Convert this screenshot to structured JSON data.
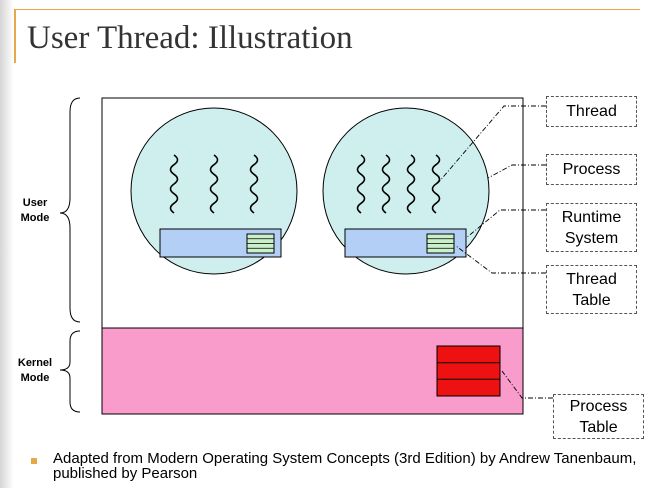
{
  "title": "User Thread: Illustration",
  "modes": {
    "user": "User\nMode",
    "kernel": "Kernel\nMode"
  },
  "callouts": {
    "thread": "Thread",
    "process": "Process",
    "runtime_system": "Runtime\nSystem",
    "thread_table": "Thread\nTable",
    "process_table": "Process\nTable"
  },
  "footnote": "Adapted from Modern Operating System Concepts (3rd Edition) by Andrew Tanenbaum, published by Pearson",
  "colors": {
    "accent": "#e8a74a",
    "process_circle": "#cfeeee",
    "runtime_bar": "#b3cff5",
    "thread_table": "#c9f0c9",
    "kernel_area": "#f99ccc",
    "process_table": "#ee1111"
  },
  "diagram": {
    "processes": [
      {
        "threads": 3
      },
      {
        "threads": 4
      }
    ],
    "process_table_rows": 3
  }
}
